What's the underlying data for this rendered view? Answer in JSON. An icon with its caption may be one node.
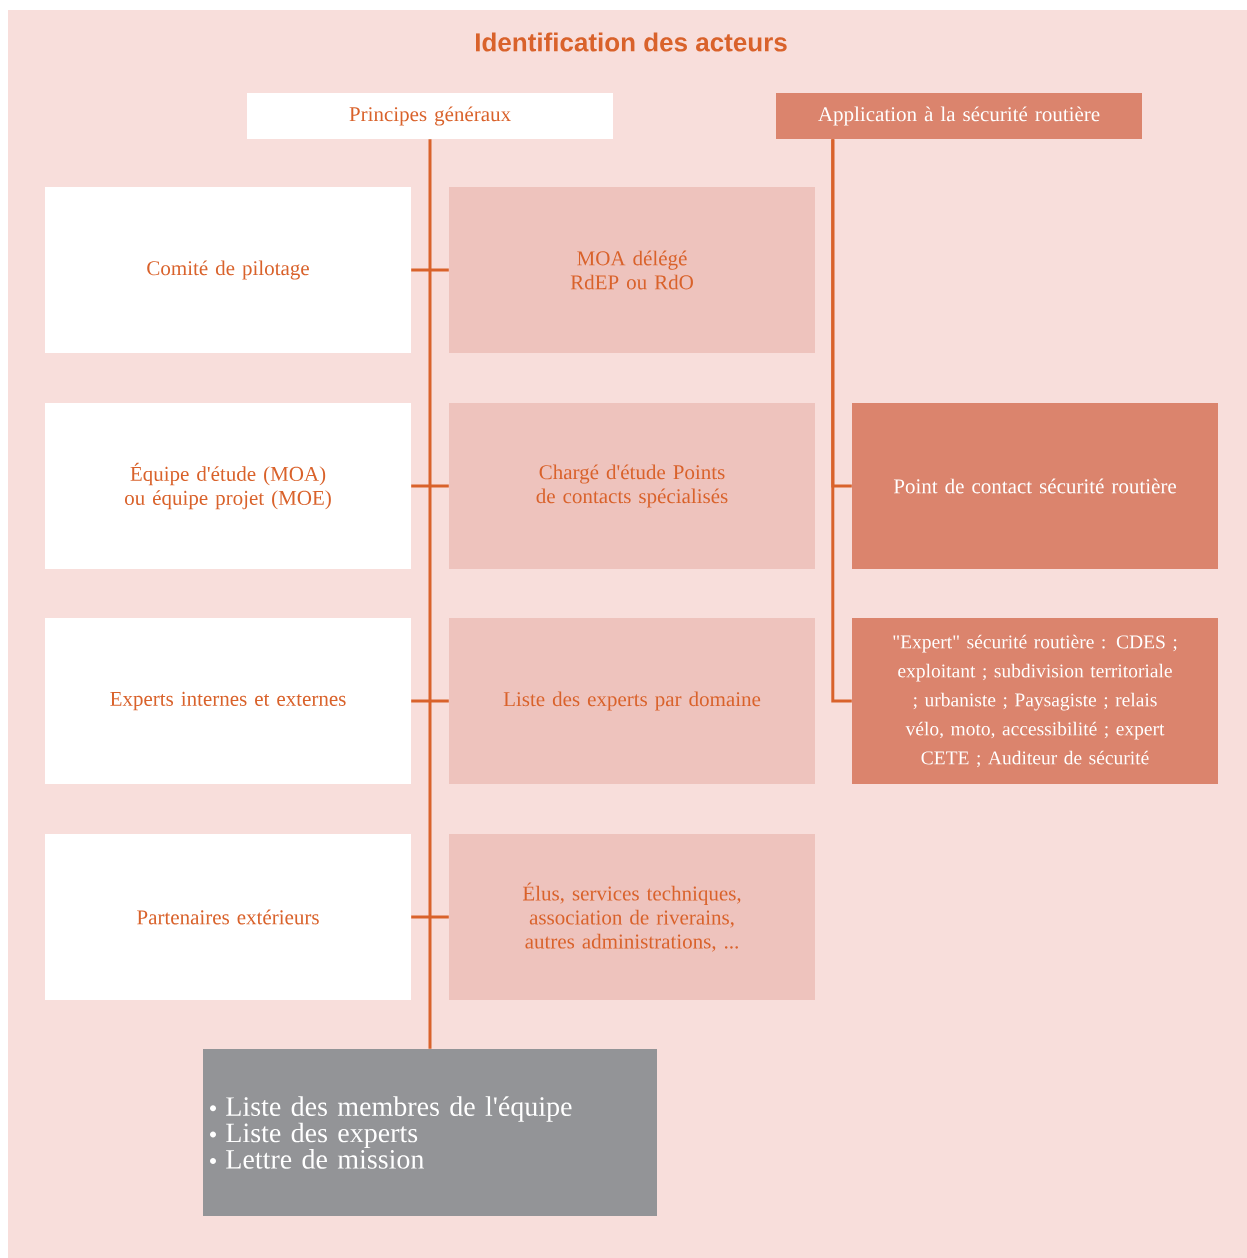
{
  "diagram": {
    "title": "Identification des acteurs",
    "nodes": [
      {
        "text": [
          "Principes généraux"
        ]
      },
      {
        "text": [
          "Application à la sécurité routière"
        ]
      },
      {
        "text": [
          "Comité de pilotage"
        ]
      },
      {
        "text": [
          "MOA délégé RdEP ou RdO"
        ]
      },
      {
        "text": [
          "Équipe d'étude (MOA) ou équipe projet (MOE)"
        ]
      },
      {
        "text": [
          "Chargé d'étude Points de contacts spécialisés"
        ]
      },
      {
        "text": [
          "Point de contact sécurité routière"
        ]
      },
      {
        "text": [
          "Experts internes et externes"
        ]
      },
      {
        "text": [
          "Liste des experts par domaine"
        ]
      },
      {
        "text": [
          "\"Expert\" sécurité routière : CDES ; exploitant ; subdivision territoriale ; urbaniste ; Paysagiste ; relais vélo, moto, accessibilité ; expert CETE ; Auditeur de sécurité"
        ]
      },
      {
        "text": [
          "Partenaires extérieurs"
        ]
      },
      {
        "text": [
          "Élus, services techniques, association de riverains, autres administrations, ..."
        ]
      },
      {
        "text": [
          "Liste des membres de l'équipe",
          "Liste des experts",
          "Lettre de mission"
        ]
      }
    ],
    "edges": [
      {
        "from": 0,
        "to": 12,
        "arrow": "none"
      },
      {
        "from": 2,
        "to": 3,
        "arrow": "none"
      },
      {
        "from": 4,
        "to": 5,
        "arrow": "none"
      },
      {
        "from": 7,
        "to": 8,
        "arrow": "none"
      },
      {
        "from": 10,
        "to": 11,
        "arrow": "none"
      },
      {
        "from": 1,
        "to": 6,
        "arrow": "none"
      },
      {
        "from": 1,
        "to": 9,
        "arrow": "none"
      }
    ]
  }
}
